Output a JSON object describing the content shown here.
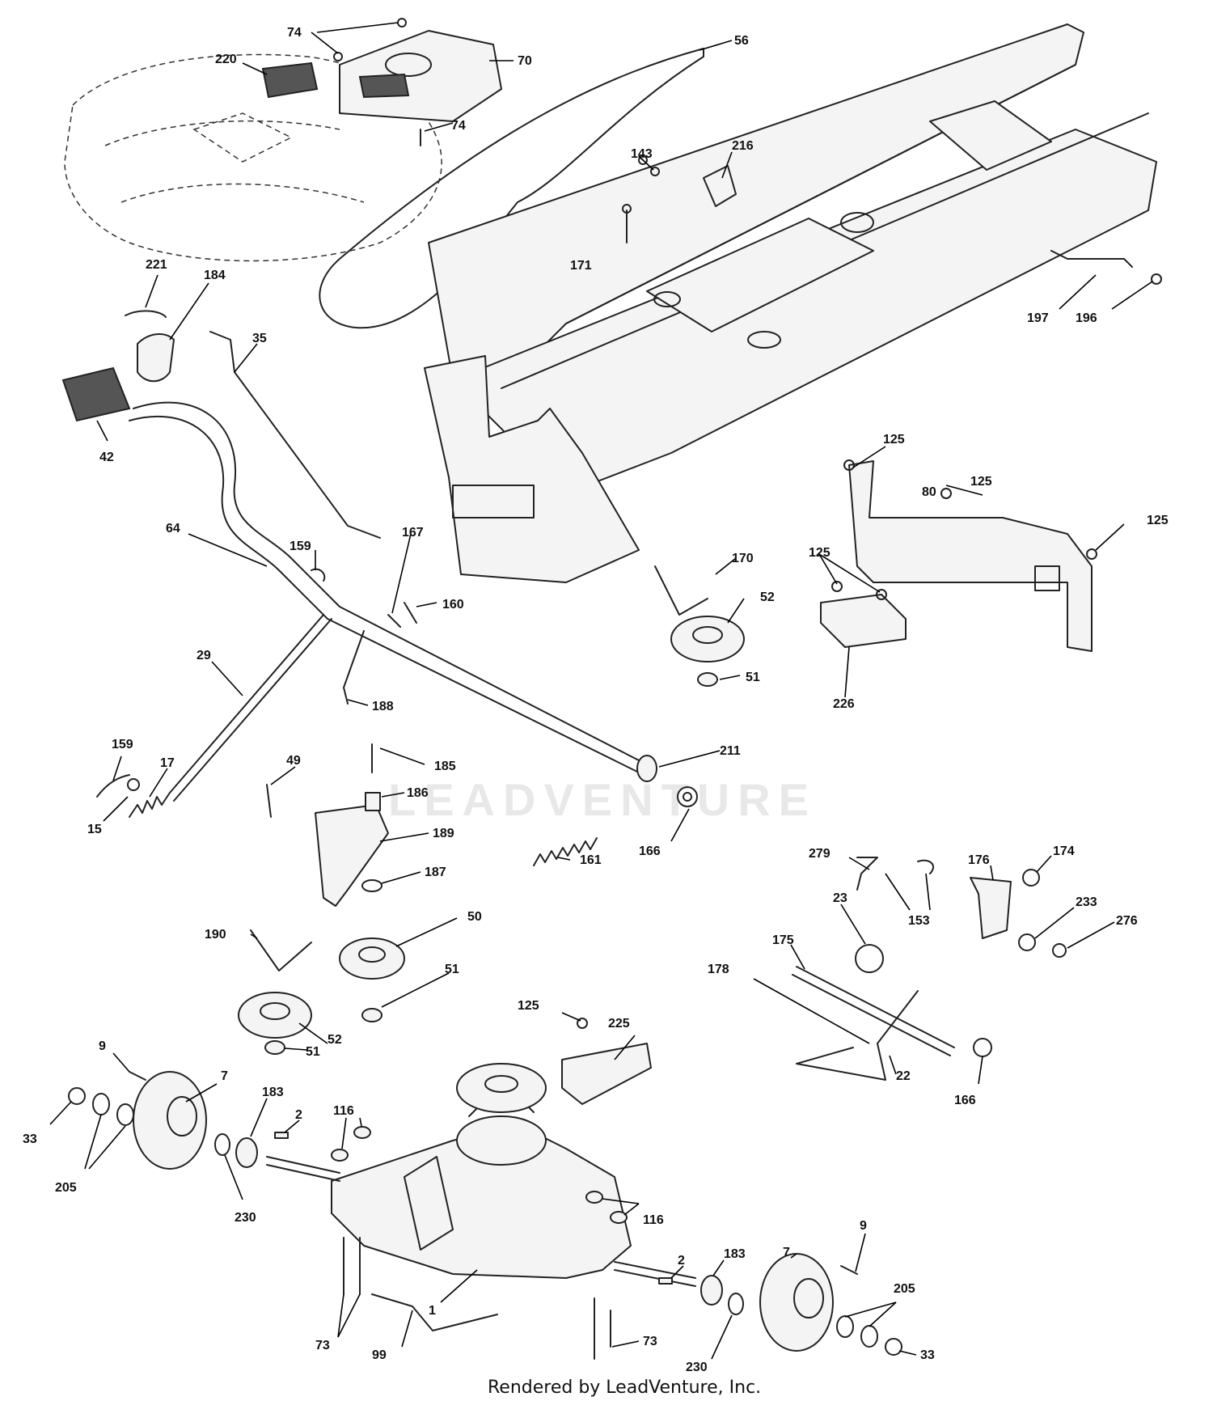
{
  "footer": {
    "text": "Rendered by LeadVenture, Inc."
  },
  "watermark": {
    "text": "LEADVENTURE"
  },
  "callouts": [
    {
      "id": "c74a",
      "label": "74"
    },
    {
      "id": "c220",
      "label": "220"
    },
    {
      "id": "c70",
      "label": "70"
    },
    {
      "id": "c74b",
      "label": "74"
    },
    {
      "id": "c56",
      "label": "56"
    },
    {
      "id": "c143",
      "label": "143"
    },
    {
      "id": "c216",
      "label": "216"
    },
    {
      "id": "c171",
      "label": "171"
    },
    {
      "id": "c197",
      "label": "197"
    },
    {
      "id": "c196",
      "label": "196"
    },
    {
      "id": "c221",
      "label": "221"
    },
    {
      "id": "c184",
      "label": "184"
    },
    {
      "id": "c35",
      "label": "35"
    },
    {
      "id": "c42",
      "label": "42"
    },
    {
      "id": "c125a",
      "label": "125"
    },
    {
      "id": "c80",
      "label": "80"
    },
    {
      "id": "c125b",
      "label": "125"
    },
    {
      "id": "c125c",
      "label": "125"
    },
    {
      "id": "c125d",
      "label": "125"
    },
    {
      "id": "c64",
      "label": "64"
    },
    {
      "id": "c159a",
      "label": "159"
    },
    {
      "id": "c167",
      "label": "167"
    },
    {
      "id": "c160",
      "label": "160"
    },
    {
      "id": "c170",
      "label": "170"
    },
    {
      "id": "c52a",
      "label": "52"
    },
    {
      "id": "c51a",
      "label": "51"
    },
    {
      "id": "c226",
      "label": "226"
    },
    {
      "id": "c29",
      "label": "29"
    },
    {
      "id": "c188",
      "label": "188"
    },
    {
      "id": "c211",
      "label": "211"
    },
    {
      "id": "c159b",
      "label": "159"
    },
    {
      "id": "c17",
      "label": "17"
    },
    {
      "id": "c49",
      "label": "49"
    },
    {
      "id": "c185",
      "label": "185"
    },
    {
      "id": "c186",
      "label": "186"
    },
    {
      "id": "c15",
      "label": "15"
    },
    {
      "id": "c189",
      "label": "189"
    },
    {
      "id": "c166a",
      "label": "166"
    },
    {
      "id": "c161",
      "label": "161"
    },
    {
      "id": "c187",
      "label": "187"
    },
    {
      "id": "c279",
      "label": "279"
    },
    {
      "id": "c176",
      "label": "176"
    },
    {
      "id": "c174",
      "label": "174"
    },
    {
      "id": "c23",
      "label": "23"
    },
    {
      "id": "c153",
      "label": "153"
    },
    {
      "id": "c233",
      "label": "233"
    },
    {
      "id": "c276",
      "label": "276"
    },
    {
      "id": "c190",
      "label": "190"
    },
    {
      "id": "c50",
      "label": "50"
    },
    {
      "id": "c175",
      "label": "175"
    },
    {
      "id": "c51b",
      "label": "51"
    },
    {
      "id": "c178",
      "label": "178"
    },
    {
      "id": "c125e",
      "label": "125"
    },
    {
      "id": "c225",
      "label": "225"
    },
    {
      "id": "c52b",
      "label": "52"
    },
    {
      "id": "c51c",
      "label": "51"
    },
    {
      "id": "c9a",
      "label": "9"
    },
    {
      "id": "c7a",
      "label": "7"
    },
    {
      "id": "c22",
      "label": "22"
    },
    {
      "id": "c166b",
      "label": "166"
    },
    {
      "id": "c183a",
      "label": "183"
    },
    {
      "id": "c116a",
      "label": "116"
    },
    {
      "id": "c33a",
      "label": "33"
    },
    {
      "id": "c2a",
      "label": "2"
    },
    {
      "id": "c205a",
      "label": "205"
    },
    {
      "id": "c230a",
      "label": "230"
    },
    {
      "id": "c116b",
      "label": "116"
    },
    {
      "id": "c9b",
      "label": "9"
    },
    {
      "id": "c2b",
      "label": "2"
    },
    {
      "id": "c183b",
      "label": "183"
    },
    {
      "id": "c7b",
      "label": "7"
    },
    {
      "id": "c205b",
      "label": "205"
    },
    {
      "id": "c1",
      "label": "1"
    },
    {
      "id": "c73a",
      "label": "73"
    },
    {
      "id": "c99",
      "label": "99"
    },
    {
      "id": "c73b",
      "label": "73"
    },
    {
      "id": "c230b",
      "label": "230"
    },
    {
      "id": "c33b",
      "label": "33"
    }
  ]
}
